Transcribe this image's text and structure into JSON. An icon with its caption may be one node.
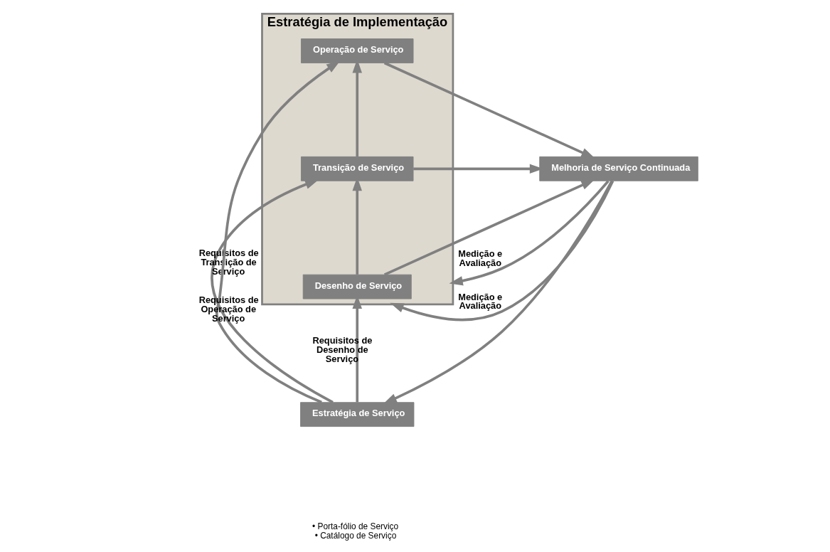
{
  "diagram": {
    "nodes": [
      {
        "text": [
          "Estratégia de Implementação"
        ]
      },
      {
        "text": [
          "Desenho de Serviço"
        ],
        "in": 0
      },
      {
        "text": [
          "Transição de Serviço"
        ],
        "in": 0
      },
      {
        "text": [
          "Operação de Serviço"
        ],
        "in": 0
      },
      {
        "text": [
          "Estratégia de Serviço"
        ],
        "beside": [
          "• Porta-fólio de Serviço",
          "• Catálogo de Serviço"
        ]
      },
      {
        "text": [
          "Melhoria de Serviço Continuada"
        ]
      }
    ],
    "edges": [
      {
        "from": 4,
        "to": 1,
        "arrow": "to",
        "label": "Requisitos de Desenho de Serviço"
      },
      {
        "from": 4,
        "to": 2,
        "arrow": "to",
        "label": "Requisitos de Transição de Serviço"
      },
      {
        "from": 4,
        "to": 3,
        "arrow": "to",
        "label": "Requisitos de Operação de Serviço"
      },
      {
        "from": 1,
        "to": 2,
        "arrow": "to"
      },
      {
        "from": 2,
        "to": 3,
        "arrow": "to"
      },
      {
        "from": 1,
        "to": 5,
        "arrow": "to"
      },
      {
        "from": 2,
        "to": 5,
        "arrow": "to"
      },
      {
        "from": 3,
        "to": 5,
        "arrow": "to"
      },
      {
        "from": 5,
        "to": 0,
        "arrow": "to",
        "label": "Medição e Avaliação"
      },
      {
        "from": 5,
        "to": 0,
        "arrow": "to",
        "label": "Medição e Avaliação"
      },
      {
        "from": 5,
        "to": 4,
        "arrow": "to"
      }
    ]
  }
}
